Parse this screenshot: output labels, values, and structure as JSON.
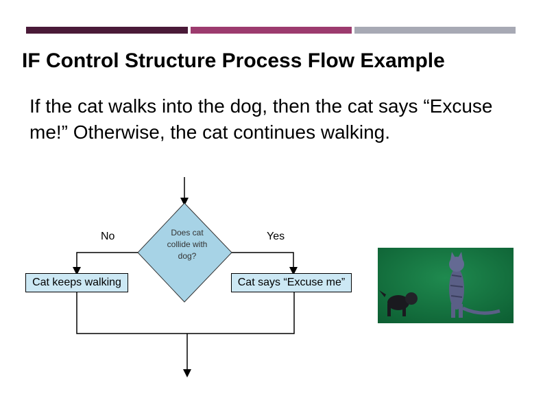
{
  "slide": {
    "title": "IF Control Structure Process Flow Example",
    "body": "If the cat walks into the dog, then the cat says “Excuse me!” Otherwise, the cat continues walking.",
    "accent_colors": [
      "#4a1a38",
      "#9c3b6e",
      "#a7a9b4"
    ]
  },
  "flowchart": {
    "decision": "Does cat collide with dog?",
    "no_label": "No",
    "yes_label": "Yes",
    "no_action": "Cat keeps walking",
    "yes_action": "Cat says “Excuse me”"
  },
  "image": {
    "description_icon": "cat-and-dog-image"
  }
}
